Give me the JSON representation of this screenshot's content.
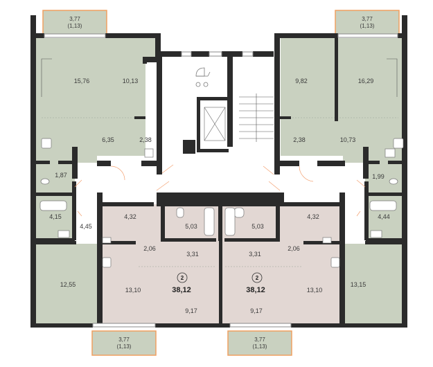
{
  "colors": {
    "green_apartment": "#c9d1c0",
    "pink_apartment": "#e2d7d3",
    "wall": "#2b2b2b",
    "balcony_border": "#f0a060",
    "balcony_fill": "#c9d1c0",
    "door_arc": "#f4a070"
  },
  "balconies": [
    {
      "area": "3,77",
      "area_reduced": "(1,13)"
    },
    {
      "area": "3,77",
      "area_reduced": "(1,13)"
    },
    {
      "area": "3,77",
      "area_reduced": "(1,13)"
    },
    {
      "area": "3,77",
      "area_reduced": "(1,13)"
    }
  ],
  "apt_top_left": {
    "rooms": [
      "15,76",
      "10,13",
      "6,35",
      "2,38",
      "1,87",
      "4,15",
      "4,45"
    ]
  },
  "apt_bottom_left": {
    "rooms": [
      "12,55"
    ]
  },
  "apt_top_right": {
    "rooms": [
      "9,82",
      "16,29",
      "2,38",
      "10,73",
      "1,99",
      "4,44"
    ]
  },
  "apt_bottom_right": {
    "rooms": [
      "13,15"
    ]
  },
  "apt_center_left": {
    "rooms_count": "2",
    "total_area": "38,12",
    "rooms": [
      "4,32",
      "5,03",
      "2,06",
      "3,31",
      "13,10",
      "9,17"
    ]
  },
  "apt_center_right": {
    "rooms_count": "2",
    "total_area": "38,12",
    "rooms": [
      "5,03",
      "4,32",
      "3,31",
      "2,06",
      "13,10",
      "9,17"
    ]
  }
}
